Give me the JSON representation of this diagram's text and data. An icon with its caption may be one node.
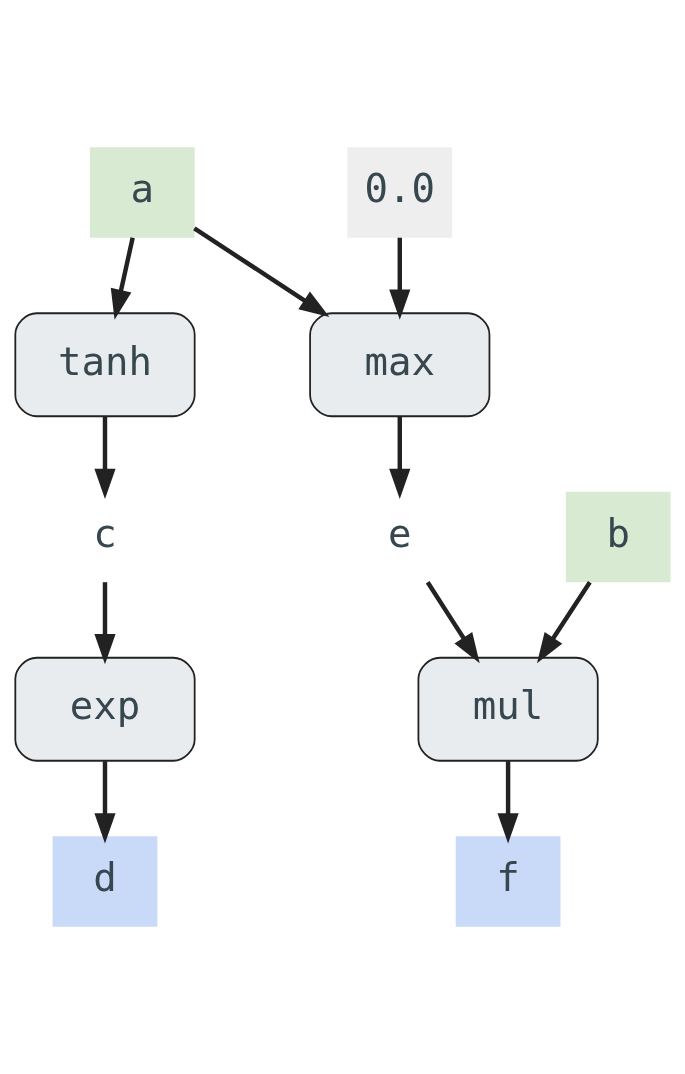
{
  "diagram": {
    "nodes": [
      {
        "text": [
          "a"
        ]
      },
      {
        "text": [
          "0.0"
        ]
      },
      {
        "text": [
          "tanh"
        ]
      },
      {
        "text": [
          "max"
        ]
      },
      {
        "text": [
          "c"
        ]
      },
      {
        "text": [
          "e"
        ]
      },
      {
        "text": [
          "b"
        ]
      },
      {
        "text": [
          "exp"
        ]
      },
      {
        "text": [
          "mul"
        ]
      },
      {
        "text": [
          "d"
        ]
      },
      {
        "text": [
          "f"
        ]
      }
    ],
    "edges": [
      {
        "from": 0,
        "to": 2,
        "arrow": "to"
      },
      {
        "from": 0,
        "to": 3,
        "arrow": "to"
      },
      {
        "from": 1,
        "to": 3,
        "arrow": "to"
      },
      {
        "from": 2,
        "to": 4,
        "arrow": "to"
      },
      {
        "from": 3,
        "to": 5,
        "arrow": "to"
      },
      {
        "from": 4,
        "to": 7,
        "arrow": "to"
      },
      {
        "from": 5,
        "to": 8,
        "arrow": "to"
      },
      {
        "from": 6,
        "to": 8,
        "arrow": "to"
      },
      {
        "from": 7,
        "to": 9,
        "arrow": "to"
      },
      {
        "from": 8,
        "to": 10,
        "arrow": "to"
      }
    ]
  }
}
